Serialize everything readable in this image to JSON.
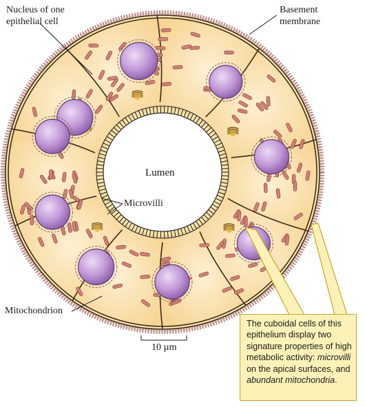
{
  "labels": {
    "nucleus_line1": "Nucleus of one",
    "nucleus_line2": "epithelial cell",
    "basement_line1": "Basement",
    "basement_line2": "membrane",
    "lumen": "Lumen",
    "microvilli": "Microvilli",
    "mitochondrion": "Mitochondrion",
    "scale": "10 µm"
  },
  "callout": {
    "text1": "The cuboidal cells of this epithelium display two signature properties of high metabolic activity: ",
    "term1": "microvilli",
    "text2": " on the apical surfaces, and ",
    "term2": "abundant mitochondria",
    "text3": "."
  },
  "colors": {
    "cell_fill": "#fbe0a6",
    "cell_outline": "#3a2a1a",
    "nucleus": "#b98cd0",
    "mitochondria": "#c9605a",
    "basement_membrane": "#d9b7b0",
    "callout_fill": "#fcf2b8",
    "callout_border": "#c9a227"
  }
}
